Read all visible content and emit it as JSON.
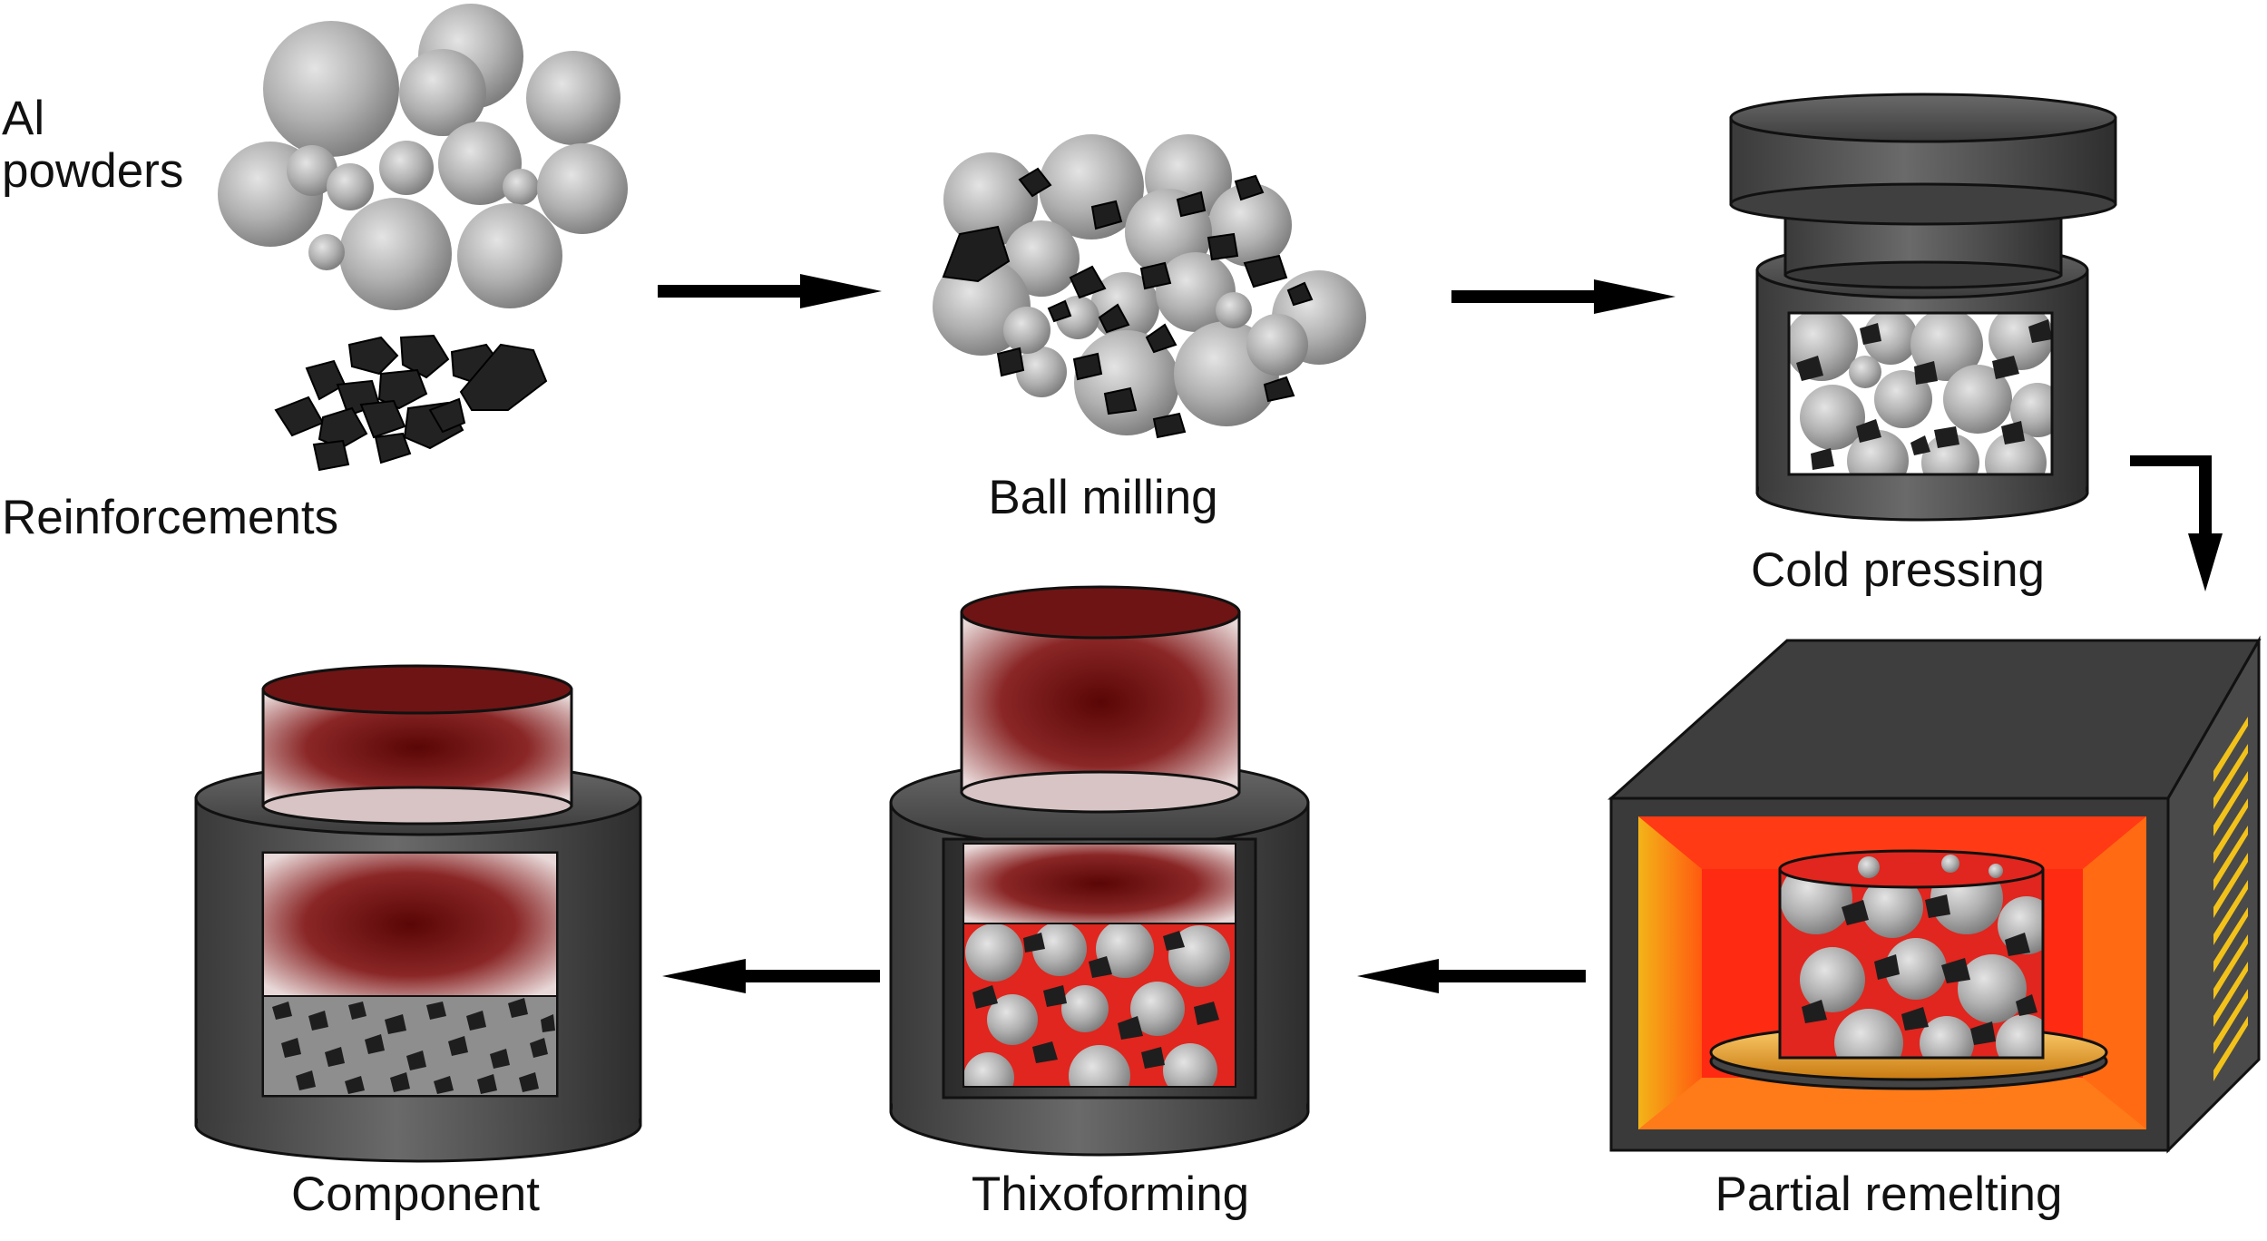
{
  "labels": {
    "al_powders": "Al powders",
    "reinforcements": "Reinforcements",
    "ball_milling": "Ball milling",
    "cold_pressing": "Cold pressing",
    "partial_remelting": "Partial remelting",
    "thixoforming": "Thixoforming",
    "component": "Component"
  },
  "colors": {
    "powder_gray": "#a8a8a8",
    "reinforcement_black": "#222222",
    "die_dark_gray": "#4a4a4a",
    "molten_red": "#e0261e",
    "billet_dark_red": "#6e1010",
    "furnace_orange": "#ff7a00",
    "heater_yellow": "#f2c21a",
    "arrow_black": "#000000"
  }
}
